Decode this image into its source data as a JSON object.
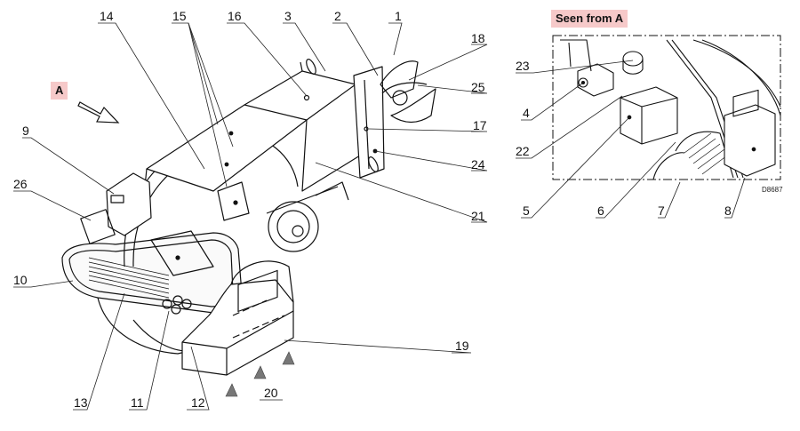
{
  "diagram": {
    "main_view": {
      "view_marker": "A",
      "callouts": [
        "1",
        "2",
        "3",
        "9",
        "10",
        "11",
        "12",
        "13",
        "14",
        "15",
        "16",
        "17",
        "18",
        "19",
        "20",
        "21",
        "24",
        "25",
        "26"
      ]
    },
    "detail_view": {
      "title": "Seen from A",
      "callouts": [
        "4",
        "5",
        "6",
        "7",
        "8",
        "22",
        "23"
      ],
      "drawing_code": "D8687"
    },
    "labels": {
      "l1": "1",
      "l2": "2",
      "l3": "3",
      "l14": "14",
      "l15": "15",
      "l16": "16",
      "l18": "18",
      "l25": "25",
      "l17": "17",
      "l24": "24",
      "l21": "21",
      "l9": "9",
      "l26": "26",
      "l10": "10",
      "l13": "13",
      "l11": "11",
      "l12": "12",
      "l19": "19",
      "l20": "20",
      "l23": "23",
      "l4": "4",
      "l22": "22",
      "l5": "5",
      "l6": "6",
      "l7": "7",
      "l8": "8"
    },
    "colors": {
      "tag_bg": "#f6c9c9",
      "line": "#111111",
      "pyramid": "#777777"
    }
  }
}
